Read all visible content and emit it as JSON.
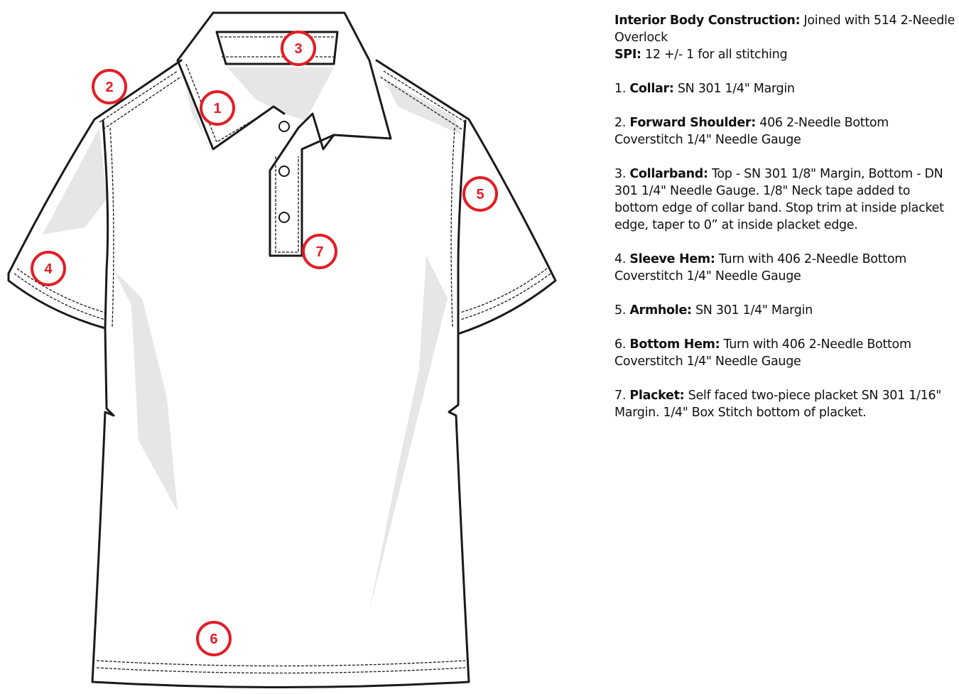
{
  "notes": {
    "interior": {
      "label": "Interior Body Construction:",
      "text": " Joined with 514 2-Needle Overlock"
    },
    "spi": {
      "label": "SPI:",
      "text": " 12 +/- 1 for all stitching"
    },
    "items": [
      {
        "num": "1. ",
        "label": "Collar:",
        "text": " SN 301 1/4\" Margin"
      },
      {
        "num": "2. ",
        "label": "Forward Shoulder:",
        "text": " 406 2-Needle Bottom Coverstitch 1/4\" Needle Gauge"
      },
      {
        "num": "3. ",
        "label": "Collarband:",
        "text": " Top - SN 301 1/8\" Margin, Bottom - DN 301 1/4\" Needle Gauge. 1/8\" Neck tape added to bottom edge of collar band.  Stop trim at inside placket edge, taper to 0” at inside placket edge."
      },
      {
        "num": "4. ",
        "label": "Sleeve Hem:",
        "text": " Turn with 406 2-Needle Bottom Coverstitch 1/4\" Needle Gauge"
      },
      {
        "num": "5. ",
        "label": "Armhole:",
        "text": " SN 301 1/4\" Margin"
      },
      {
        "num": "6. ",
        "label": "Bottom Hem:",
        "text": " Turn with 406 2-Needle Bottom Coverstitch 1/4\" Needle Gauge"
      },
      {
        "num": "7. ",
        "label": "Placket:",
        "text": " Self faced two-piece placket SN 301 1/16\" Margin. 1/4\" Box Stitch bottom of placket."
      }
    ]
  },
  "markers": [
    "1",
    "2",
    "3",
    "4",
    "5",
    "6",
    "7"
  ],
  "colors": {
    "marker": "#e21d25",
    "shadow": "#e6e6e6",
    "line": "#1a1a1a"
  }
}
